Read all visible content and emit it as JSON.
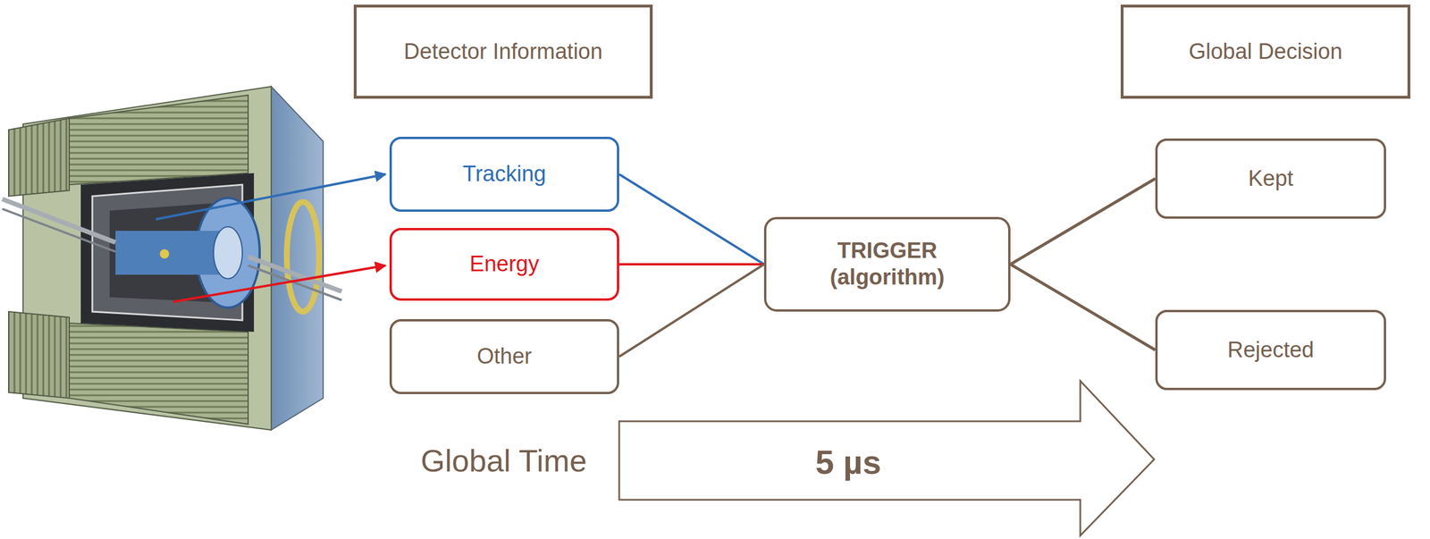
{
  "diagram": {
    "nodes": [
      {
        "text": [
          "Detector Information"
        ]
      },
      {
        "text": [
          "Global Decision"
        ]
      },
      {
        "text": [
          "Tracking"
        ]
      },
      {
        "text": [
          "Energy"
        ]
      },
      {
        "text": [
          "Other"
        ]
      },
      {
        "text": [
          "TRIGGER (algorithm)"
        ]
      },
      {
        "text": [
          "Kept"
        ]
      },
      {
        "text": [
          "Rejected"
        ]
      }
    ],
    "edges": [
      {
        "from": 2,
        "to": 5,
        "arrow": "none"
      },
      {
        "from": 3,
        "to": 5,
        "arrow": "none"
      },
      {
        "from": 4,
        "to": 5,
        "arrow": "none"
      },
      {
        "from": 5,
        "to": 6,
        "arrow": "none"
      },
      {
        "from": 5,
        "to": 7,
        "arrow": "none"
      }
    ],
    "labels": [
      "Global Time",
      "5 µs"
    ]
  }
}
